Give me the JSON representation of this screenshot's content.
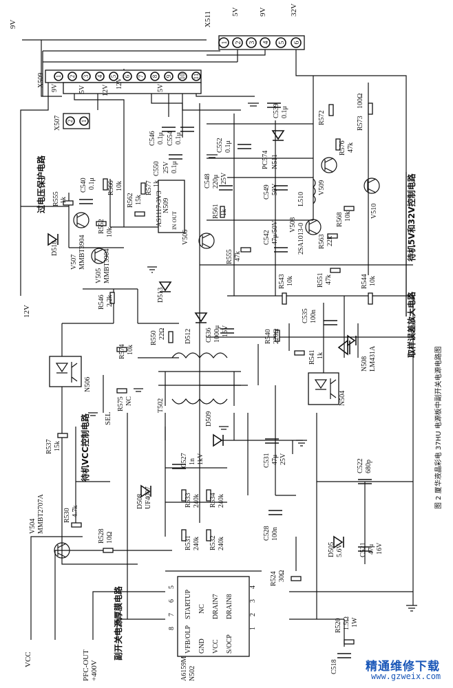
{
  "caption": "图 2  厦华液晶彩电 37HU 电源板中副开关电源电路图",
  "section_labels": {
    "ovp": "过电压保护电路",
    "standby_vcc": "待机VCC控制电路",
    "standby_5v32v": "待机5V和32V控制电路",
    "error_amp": "取样误差放大电路",
    "thick_film": "副开关电源厚膜电路"
  },
  "connectors": {
    "x511": {
      "name": "X511",
      "pins": [
        "1",
        "2",
        "3",
        "4",
        "5",
        "6"
      ],
      "labels": [
        "5V",
        "9V",
        "32V"
      ]
    },
    "x509": {
      "name": "X509",
      "pins": [
        "1",
        "2",
        "3",
        "4",
        "5",
        "6",
        "7",
        "8",
        "9",
        "10",
        "11"
      ],
      "labels": [
        "9V",
        "5V",
        "12V",
        "12V",
        "5V"
      ]
    },
    "x507": {
      "name": "X507",
      "pins": [
        "2",
        "1"
      ]
    }
  },
  "rails": {
    "v9": "9V",
    "v12": "12V",
    "vcc": "VCC",
    "pfc1": "PFC-OUT",
    "pfc2": "+400V",
    "sel": "SEL",
    "nc": "NC"
  },
  "components": [
    {
      "ref": "R555",
      "val": "1k"
    },
    {
      "ref": "C540",
      "val": "0.1μ"
    },
    {
      "ref": "R566",
      "val": "10k"
    },
    {
      "ref": "R552",
      "val": "10k"
    },
    {
      "ref": "R577",
      "val": "1k"
    },
    {
      "ref": "R562",
      "val": "15k"
    },
    {
      "ref": "N509",
      "val": "AS1117-3V3"
    },
    {
      "ref": "C546",
      "val": "0.1μ"
    },
    {
      "ref": "C554",
      "val": "0.1μ"
    },
    {
      "ref": "C550",
      "val": "47μ"
    },
    {
      "ref": "C550v",
      "val": "25V"
    },
    {
      "ref": "C552",
      "val": "0.1μ"
    },
    {
      "ref": "C539",
      "val": "0.1μ"
    },
    {
      "ref": "R572",
      "val": ""
    },
    {
      "ref": "R573",
      "val": "100Ω"
    },
    {
      "ref": "N511",
      "val": "PC574"
    },
    {
      "ref": "R576",
      "val": "47k"
    },
    {
      "ref": "C548",
      "val": "220μ"
    },
    {
      "ref": "C548v",
      "val": "25V"
    },
    {
      "ref": "R561",
      "val": "1k"
    },
    {
      "ref": "C549",
      "val": "10μ"
    },
    {
      "ref": "C549v",
      "val": "50V"
    },
    {
      "ref": "L510",
      "val": ""
    },
    {
      "ref": "R568",
      "val": "10k"
    },
    {
      "ref": "V509",
      "val": ""
    },
    {
      "ref": "V510",
      "val": ""
    },
    {
      "ref": "V506",
      "val": ""
    },
    {
      "ref": "C542",
      "val": "47μ/50V"
    },
    {
      "ref": "V508",
      "val": "2SA1013-0"
    },
    {
      "ref": "R563",
      "val": "22k"
    },
    {
      "ref": "R555b",
      "val": "47k"
    },
    {
      "ref": "V507",
      "val": "MMBT3904"
    },
    {
      "ref": "V505",
      "val": "MMBT3904"
    },
    {
      "ref": "D518",
      "val": ""
    },
    {
      "ref": "R546",
      "val": "2.2k"
    },
    {
      "ref": "D513",
      "val": ""
    },
    {
      "ref": "R543",
      "val": "10k"
    },
    {
      "ref": "R551",
      "val": "47k"
    },
    {
      "ref": "R544",
      "val": "10k"
    },
    {
      "ref": "R550",
      "val": "22Ω"
    },
    {
      "ref": "D512",
      "val": ""
    },
    {
      "ref": "C536",
      "val": "1000μ"
    },
    {
      "ref": "C536v",
      "val": "16V"
    },
    {
      "ref": "R540",
      "val": "220Ω"
    },
    {
      "ref": "C535",
      "val": "100n"
    },
    {
      "ref": "R574",
      "val": "10k"
    },
    {
      "ref": "R541",
      "val": "1k"
    },
    {
      "ref": "N508",
      "val": "LM431A"
    },
    {
      "ref": "N506",
      "val": ""
    },
    {
      "ref": "N504",
      "val": ""
    },
    {
      "ref": "R575",
      "val": "NC"
    },
    {
      "ref": "T502",
      "val": ""
    },
    {
      "ref": "D509",
      "val": ""
    },
    {
      "ref": "R537",
      "val": "15k"
    },
    {
      "ref": "C527",
      "val": "1n"
    },
    {
      "ref": "C527v",
      "val": "1kV"
    },
    {
      "ref": "C531",
      "val": "47μ"
    },
    {
      "ref": "C531v",
      "val": "25V"
    },
    {
      "ref": "C522",
      "val": "680p"
    },
    {
      "ref": "D508",
      "val": "UF4007"
    },
    {
      "ref": "R533",
      "val": "240k"
    },
    {
      "ref": "R534",
      "val": "240k"
    },
    {
      "ref": "R531",
      "val": "240k"
    },
    {
      "ref": "R532",
      "val": "240k"
    },
    {
      "ref": "C528",
      "val": "100n"
    },
    {
      "ref": "V504",
      "val": "MMBT2707A"
    },
    {
      "ref": "R530",
      "val": "4.7k"
    },
    {
      "ref": "R528",
      "val": "10Ω"
    },
    {
      "ref": "D505",
      "val": "5.6V"
    },
    {
      "ref": "C521",
      "val": "47μ"
    },
    {
      "ref": "C521v",
      "val": "16V"
    },
    {
      "ref": "R524",
      "val": "30Ω"
    },
    {
      "ref": "R520",
      "val": "1.5Ω"
    },
    {
      "ref": "R520w",
      "val": "1W"
    },
    {
      "ref": "C518",
      "val": ""
    },
    {
      "ref": "N502",
      "val": "A6159M"
    }
  ],
  "ic_pins": {
    "startup": "STARTUP",
    "nc": "NC",
    "drain7": "DRAIN7",
    "drain8": "DRAIN8",
    "fb": "VFB/OLP",
    "gnd": "GND",
    "vcc": "VCC",
    "socp": "S/OCP",
    "n5": "5",
    "n6": "6",
    "n7": "7",
    "n8": "8",
    "n4": "4",
    "n3": "3",
    "n2": "2",
    "n1": "1"
  },
  "watermark": {
    "title": "精通维修下载",
    "url": "www.gzweix.com"
  }
}
